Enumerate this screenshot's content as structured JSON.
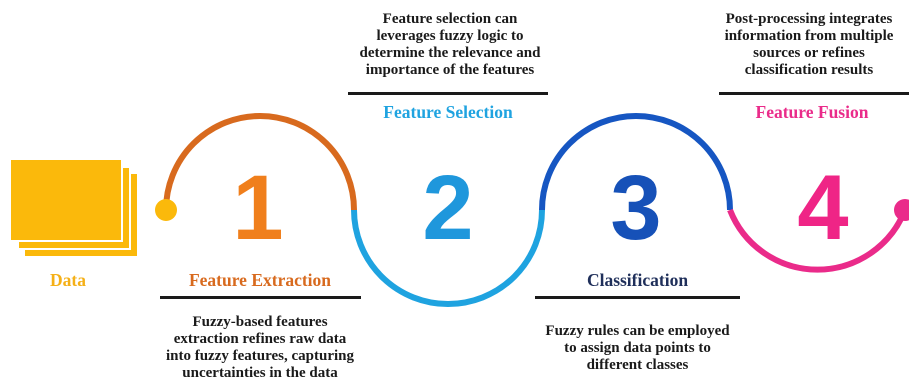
{
  "data_label": "Data",
  "steps": [
    {
      "number": "1",
      "title": "Feature Extraction",
      "description": "Fuzzy-based features\nextraction refines raw data\ninto fuzzy features, capturing\nuncertainties in the data",
      "color": "#d86a1e",
      "number_color": "#f07f1c"
    },
    {
      "number": "2",
      "title": "Feature Selection",
      "description": "Feature selection can\nleverages fuzzy logic to\ndetermine the relevance and\nimportance of the features",
      "color": "#1fa3e0",
      "number_color": "#1f97dc"
    },
    {
      "number": "3",
      "title": "Classification",
      "description": "Fuzzy rules can be employed\nto assign data points to\ndifferent classes",
      "color": "#1656c2",
      "number_color": "#1651b8",
      "title_color": "#1f2f5a"
    },
    {
      "number": "4",
      "title": "Feature Fusion",
      "description": "Post-processing integrates\ninformation from multiple\nsources or refines\nclassification results",
      "color": "#ea2b8a",
      "number_color": "#ef2586"
    }
  ],
  "colors": {
    "data": "#fbb90b",
    "data_label": "#f5b017",
    "text": "#1a1a1a"
  }
}
